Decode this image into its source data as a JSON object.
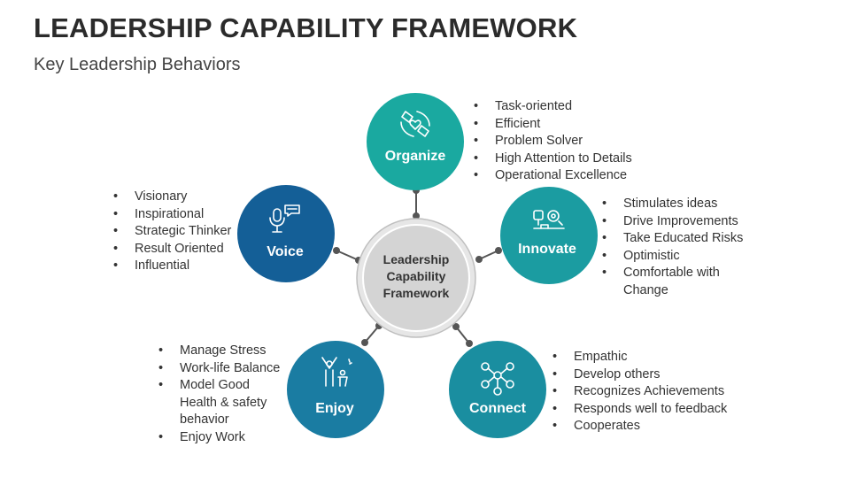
{
  "header": {
    "title": "LEADERSHIP CAPABILITY FRAMEWORK",
    "subtitle": "Key Leadership Behaviors"
  },
  "center": {
    "line1": "Leadership",
    "line2": "Capability",
    "line3": "Framework"
  },
  "colors": {
    "organize": "#1aa9a0",
    "innovate": "#1b9ca1",
    "connect": "#1a8ea0",
    "enjoy": "#1a7ca2",
    "voice": "#145f97",
    "center_fill": "#d4d4d4",
    "connector": "#555555"
  },
  "nodes": {
    "organize": {
      "label": "Organize",
      "icon": "handshake-heart-icon",
      "items": [
        "Task-oriented",
        "Efficient",
        "Problem Solver",
        "High Attention to Details",
        "Operational Excellence"
      ]
    },
    "innovate": {
      "label": "Innovate",
      "icon": "lightbulb-gears-icon",
      "items": [
        "Stimulates ideas",
        "Drive Improvements",
        "Take Educated Risks",
        "Optimistic",
        "Comfortable with Change"
      ]
    },
    "connect": {
      "label": "Connect",
      "icon": "network-nodes-icon",
      "items": [
        "Empathic",
        "Develop others",
        "Recognizes Achievements",
        "Responds well to feedback",
        "Cooperates"
      ]
    },
    "enjoy": {
      "label": "Enjoy",
      "icon": "celebrating-people-icon",
      "items": [
        "Manage Stress",
        "Work-life Balance",
        "Model Good Health & safety behavior",
        "Enjoy Work"
      ]
    },
    "voice": {
      "label": "Voice",
      "icon": "microphone-speech-icon",
      "items": [
        "Visionary",
        "Inspirational",
        "Strategic Thinker",
        "Result Oriented",
        "Influential"
      ]
    }
  }
}
